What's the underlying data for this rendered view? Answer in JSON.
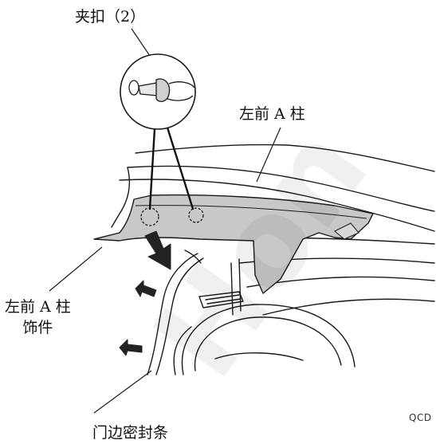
{
  "labels": {
    "clip": "夹扣（2）",
    "a_pillar": "左前 A 柱",
    "a_pillar_trim_line1": "左前 A 柱",
    "a_pillar_trim_line2": "饰件",
    "door_seal": "门边密封条",
    "figure_code": "QCD",
    "watermark": "Hon"
  },
  "colors": {
    "line": "#1a1a1a",
    "trim_fill": "#c8c8c8",
    "arrow_fill": "#222222",
    "background": "#ffffff"
  }
}
